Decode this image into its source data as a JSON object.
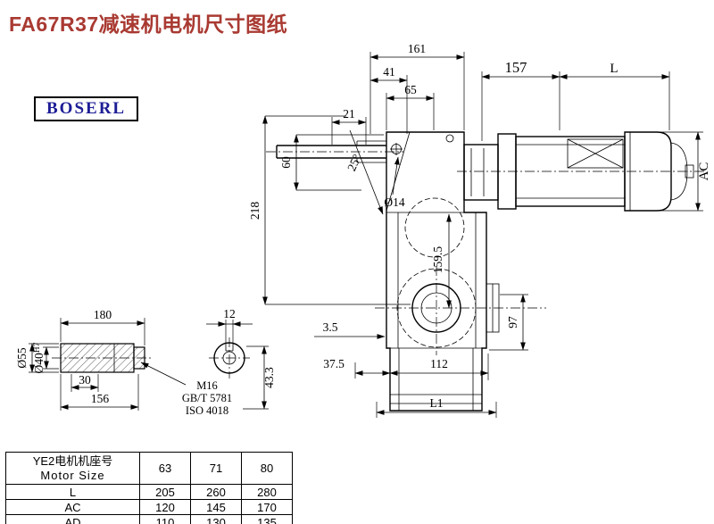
{
  "page": {
    "title": "FA67R37减速机电机尺寸图纸",
    "title_color": "#a93a32",
    "logo_text": "BOSERL",
    "logo_color": "#1c1c96"
  },
  "main_drawing": {
    "dims": {
      "top_overall": "161",
      "top_41": "41",
      "flange_65": "65",
      "shaft_21": "21",
      "motor_157": "157",
      "motor_L": "L",
      "left_60": "60",
      "left_218": "218",
      "hole_dia": "Ø14",
      "angle": "25°",
      "center_159_5": "159.5",
      "right_97": "97",
      "off_3_5": "3.5",
      "off_37_5": "37.5",
      "bottom_112": "112",
      "bottom_L1": "L1",
      "motor_AC": "AC"
    }
  },
  "shaft_drawing": {
    "dims": {
      "len_180": "180",
      "key_12": "12",
      "dia_55": "Ø55",
      "dia_40": "Ø40",
      "tol_h7": "H7",
      "seg_30": "30",
      "len_156": "156",
      "dim_43_3": "43.3"
    },
    "notes": [
      "M16",
      "GB/T 5781",
      "ISO 4018"
    ]
  },
  "table": {
    "header": {
      "line1": "YE2电机机座号",
      "line2": "Motor Size"
    },
    "sizes": [
      "63",
      "71",
      "80"
    ],
    "rows": [
      {
        "label": "L",
        "values": [
          "205",
          "260",
          "280"
        ]
      },
      {
        "label": "AC",
        "values": [
          "120",
          "145",
          "170"
        ]
      },
      {
        "label": "AD",
        "values": [
          "110",
          "130",
          "135"
        ]
      }
    ]
  }
}
